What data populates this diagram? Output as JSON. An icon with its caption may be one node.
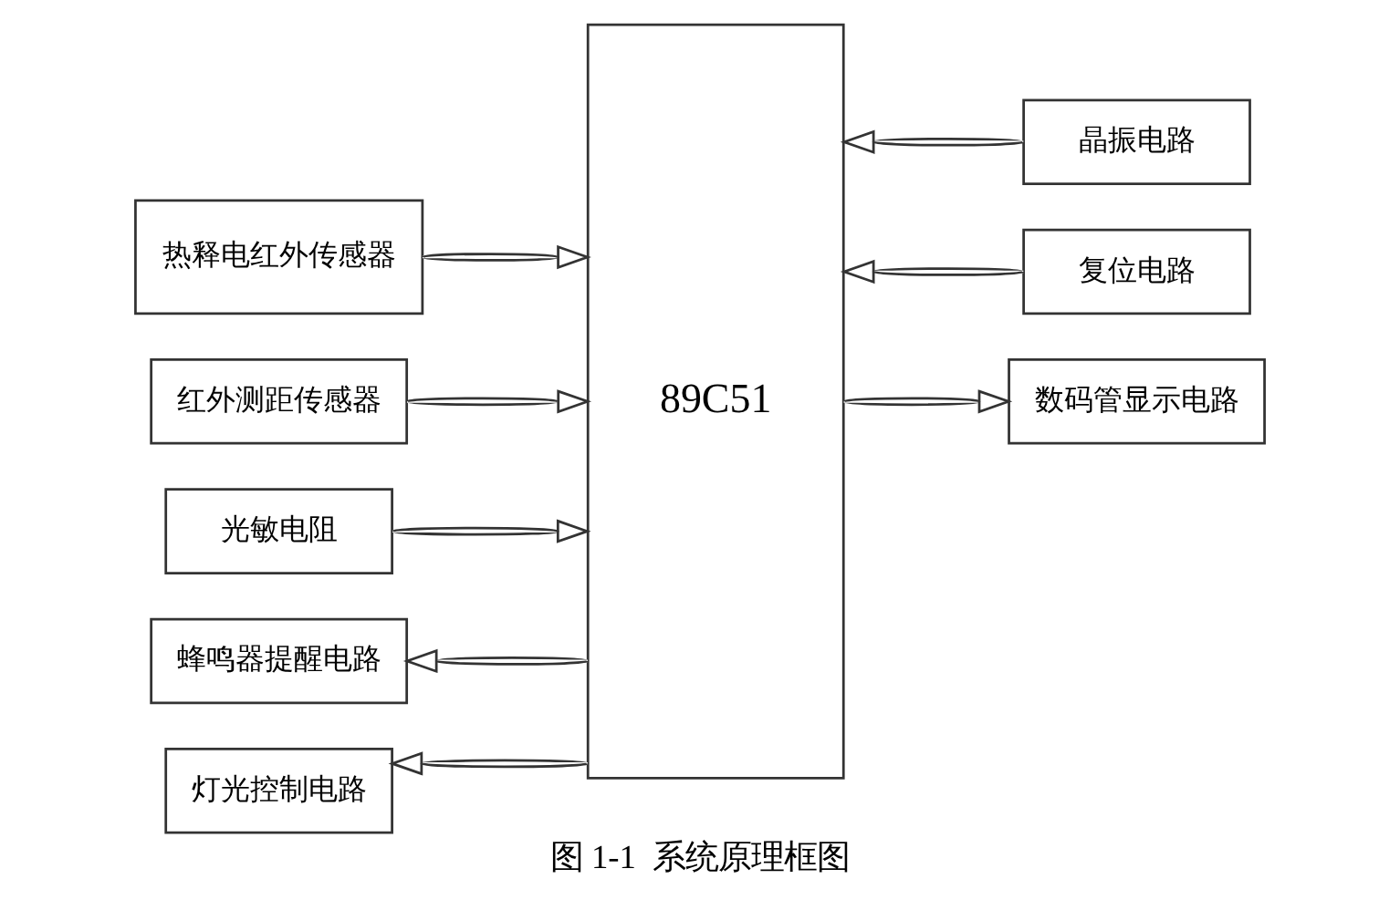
{
  "diagram": {
    "caption": "图 1-1  系统原理框图",
    "nodes": [
      {
        "text": [
          "热释电红外传感器"
        ]
      },
      {
        "text": [
          "红外测距传感器"
        ]
      },
      {
        "text": [
          "光敏电阻"
        ]
      },
      {
        "text": [
          "蜂鸣器提醒电路"
        ]
      },
      {
        "text": [
          "灯光控制电路"
        ]
      },
      {
        "text": [
          "89C51"
        ]
      },
      {
        "text": [
          "晶振电路"
        ]
      },
      {
        "text": [
          "复位电路"
        ]
      },
      {
        "text": [
          "数码管显示电路"
        ]
      }
    ],
    "edges": [
      {
        "from": 0,
        "to": 5,
        "arrow": "to"
      },
      {
        "from": 1,
        "to": 5,
        "arrow": "to"
      },
      {
        "from": 2,
        "to": 5,
        "arrow": "to"
      },
      {
        "from": 5,
        "to": 3,
        "arrow": "to"
      },
      {
        "from": 5,
        "to": 4,
        "arrow": "to"
      },
      {
        "from": 6,
        "to": 5,
        "arrow": "to"
      },
      {
        "from": 7,
        "to": 5,
        "arrow": "to"
      },
      {
        "from": 5,
        "to": 8,
        "arrow": "to"
      }
    ]
  }
}
